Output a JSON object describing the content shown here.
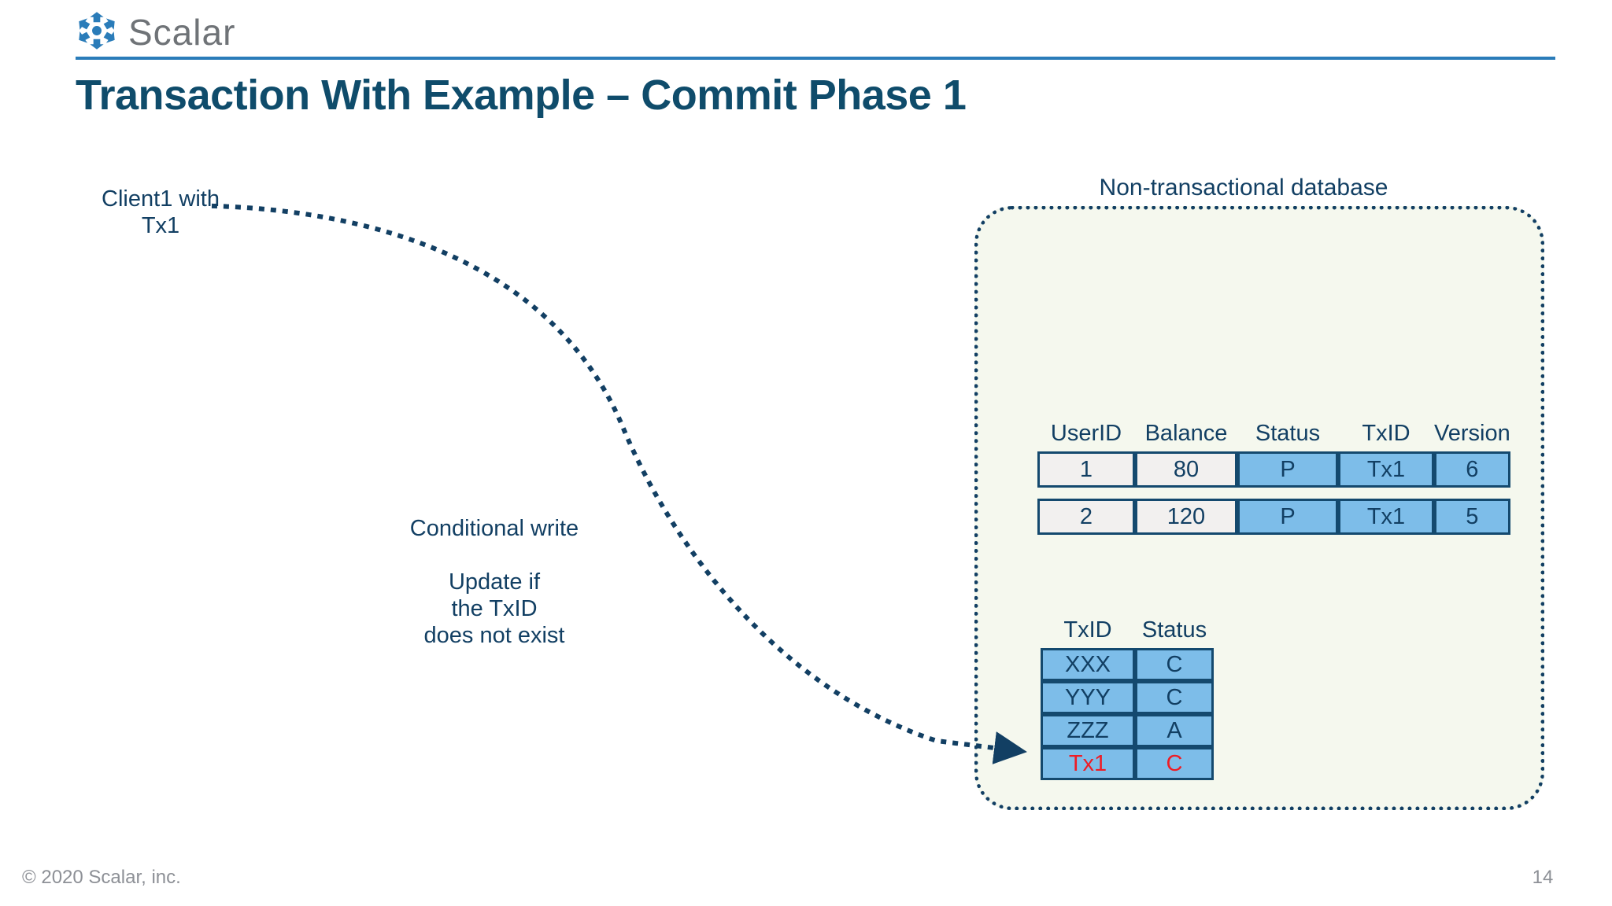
{
  "header": {
    "logo_icon": "scalar-hexagon-logo-icon",
    "wordmark": "Scalar"
  },
  "title": "Transaction With Example – Commit Phase 1",
  "diagram": {
    "client_label": "Client1 with\nTx1",
    "conditional_write_label": "Conditional write",
    "update_note_label": "Update if\nthe TxID\ndoes not exist",
    "database_caption": "Non-transactional database",
    "arrow_icon": "dotted-curved-arrow-icon"
  },
  "records_table": {
    "headers": [
      "UserID",
      "Balance",
      "Status",
      "TxID",
      "Version"
    ],
    "rows": [
      {
        "userid": "1",
        "balance": "80",
        "status": "P",
        "txid": "Tx1",
        "version": "6"
      },
      {
        "userid": "2",
        "balance": "120",
        "status": "P",
        "txid": "Tx1",
        "version": "5"
      }
    ]
  },
  "coordinator_table": {
    "headers": [
      "TxID",
      "Status"
    ],
    "rows": [
      {
        "txid": "XXX",
        "status": "C",
        "highlight": false
      },
      {
        "txid": "YYY",
        "status": "C",
        "highlight": false
      },
      {
        "txid": "ZZZ",
        "status": "A",
        "highlight": false
      },
      {
        "txid": "Tx1",
        "status": "C",
        "highlight": true
      }
    ]
  },
  "footer": {
    "copyright": "© 2020 Scalar, inc.",
    "page_number": "14"
  },
  "colors": {
    "brand_blue": "#2a7cb9",
    "title_navy": "#0f4c6b",
    "text_navy": "#123f63",
    "cell_blue": "#7dbde9",
    "cell_plain": "#f2f0ef",
    "highlight_red": "#ee1c25",
    "db_background": "#f5f8ee",
    "footer_gray": "#8d9096"
  }
}
